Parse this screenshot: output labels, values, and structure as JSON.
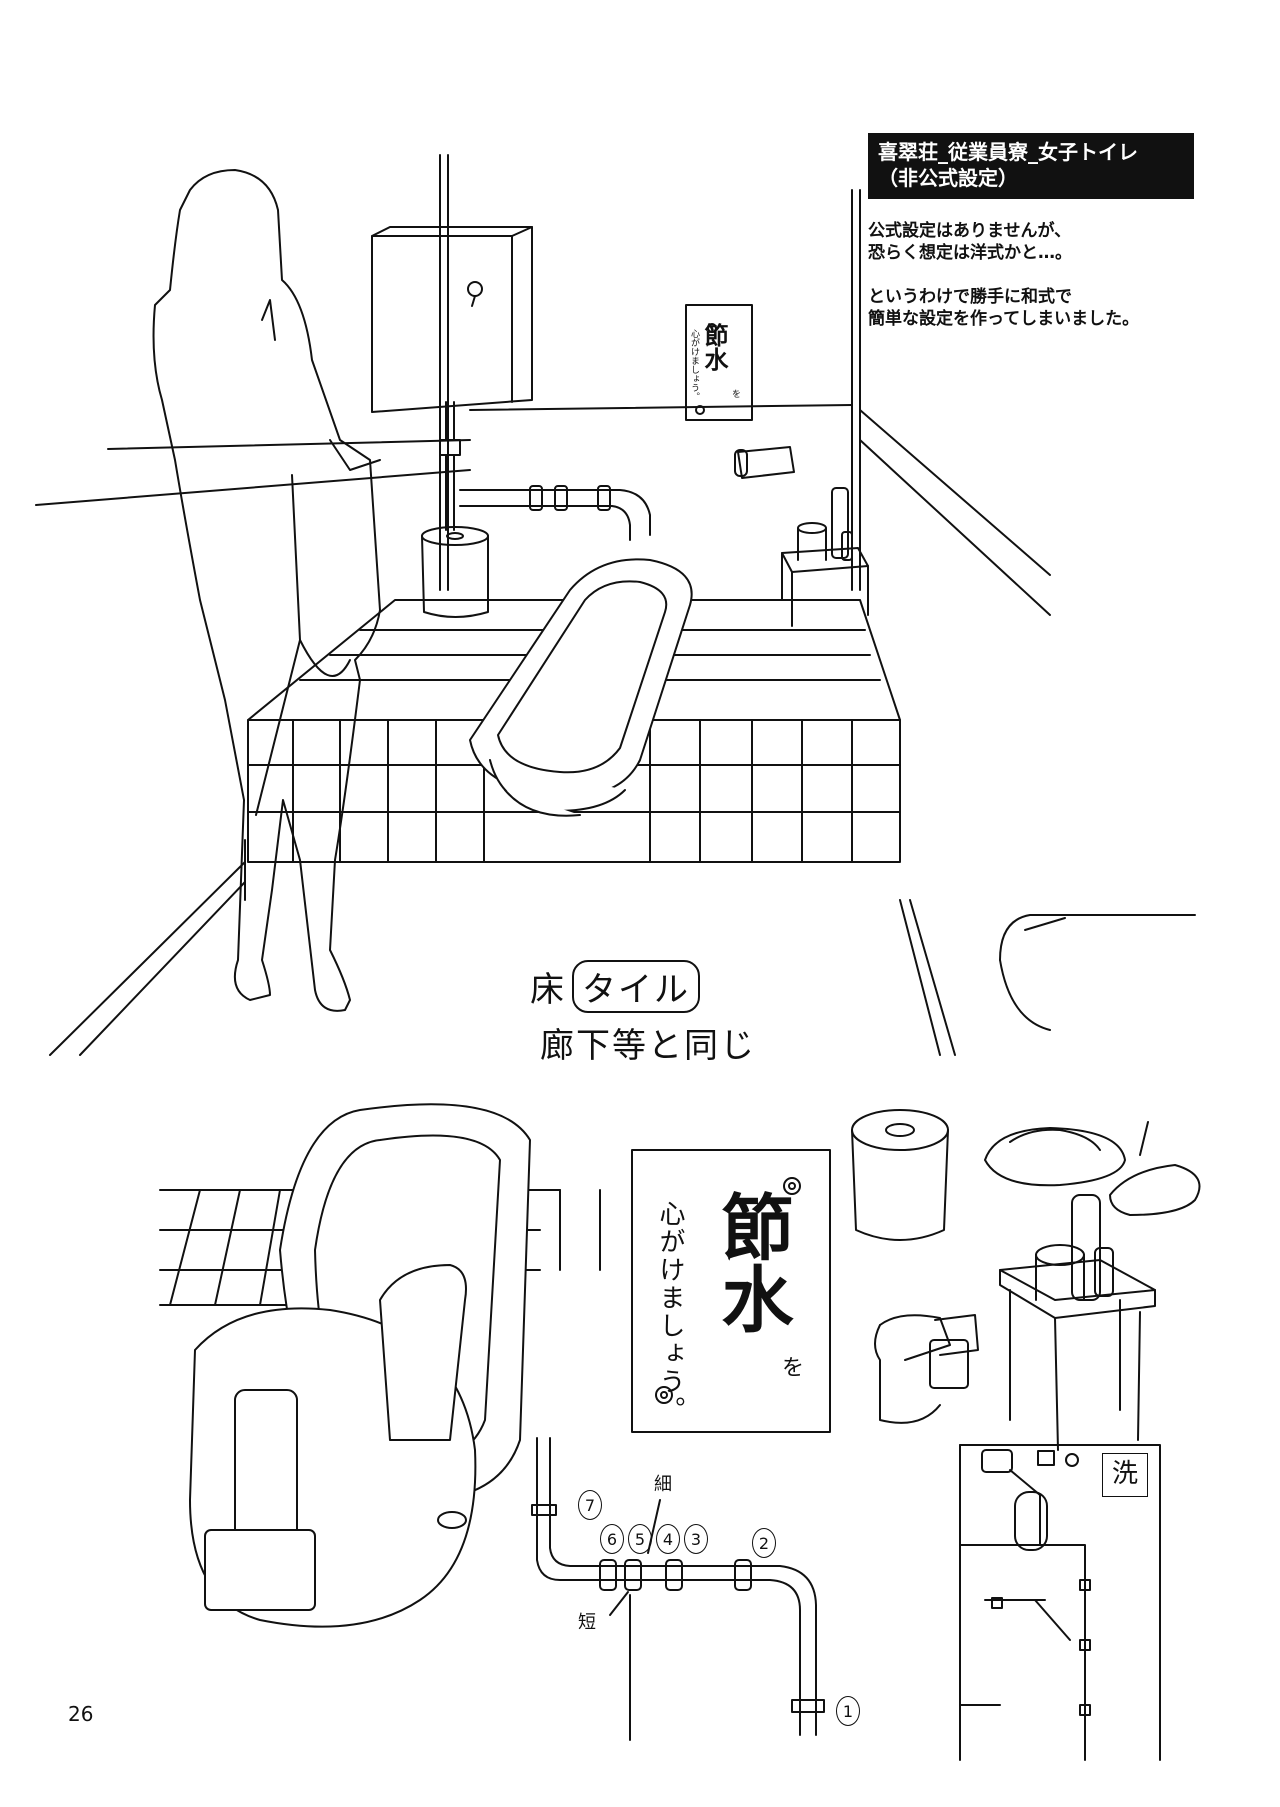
{
  "title": {
    "line1": "喜翠荘_従業員寮_女子トイレ",
    "line2": "（非公式設定）"
  },
  "description": {
    "line1": "公式設定はありませんが、",
    "line2": "恐らく想定は洋式かと…。",
    "line3": "というわけで勝手に和式で",
    "line4": "簡単な設定を作ってしまいました。"
  },
  "handwritten": {
    "floor": "床",
    "tile": "タイル",
    "same_as_corridor": "廊下等と同じ"
  },
  "sign": {
    "main": "節水",
    "sub": "心がけましょう。",
    "particle": "を"
  },
  "pipe_labels": {
    "thin": "細",
    "short": "短",
    "n1": "1",
    "n2": "2",
    "n3": "3",
    "n4": "4",
    "n5": "5",
    "n6": "6",
    "n7": "7"
  },
  "floorplan_label": "洗",
  "page_number": "26"
}
